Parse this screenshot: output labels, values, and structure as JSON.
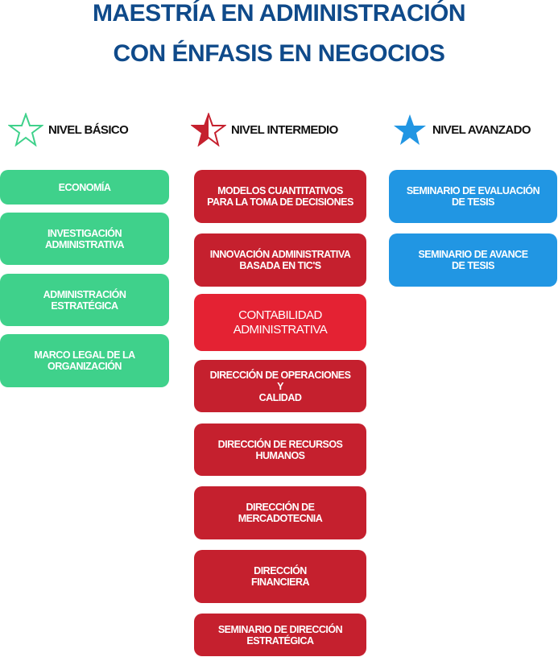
{
  "title": {
    "line1": "MAESTRÍA EN ADMINISTRACIÓN",
    "line2": "CON ÉNFASIS EN NEGOCIOS"
  },
  "colors": {
    "title": "#0f4a8a",
    "basic": "#3fd18b",
    "intermediate": "#c5202e",
    "highlight": "#e42233",
    "advanced": "#2196e3"
  },
  "levels": [
    {
      "label": "NIVEL BÁSICO",
      "icon": "star-outline-icon"
    },
    {
      "label": "NIVEL INTERMEDIO",
      "icon": "star-half-icon"
    },
    {
      "label": "NIVEL AVANZADO",
      "icon": "star-filled-icon"
    }
  ],
  "basic": [
    "ECONOMÍA",
    "INVESTIGACIÓN\nADMINISTRATIVA",
    "ADMINISTRACIÓN\nESTRATÉGICA",
    "MARCO LEGAL DE LA\nORGANIZACIÓN"
  ],
  "intermediate": [
    "MODELOS CUANTITATIVOS\nPARA LA TOMA DE DECISIONES",
    "INNOVACIÓN ADMINISTRATIVA\nBASADA EN TIC'S",
    "CONTABILIDAD\nADMINISTRATIVA",
    "DIRECCIÓN DE OPERACIONES\nY\nCALIDAD",
    "DIRECCIÓN DE RECURSOS\nHUMANOS",
    "DIRECCIÓN DE\nMERCADOTECNIA",
    "DIRECCIÓN\nFINANCIERA",
    "SEMINARIO DE DIRECCIÓN\nESTRATÉGICA"
  ],
  "advanced": [
    "SEMINARIO DE EVALUACIÓN\nDE TESIS",
    "SEMINARIO DE AVANCE\nDE TESIS"
  ]
}
